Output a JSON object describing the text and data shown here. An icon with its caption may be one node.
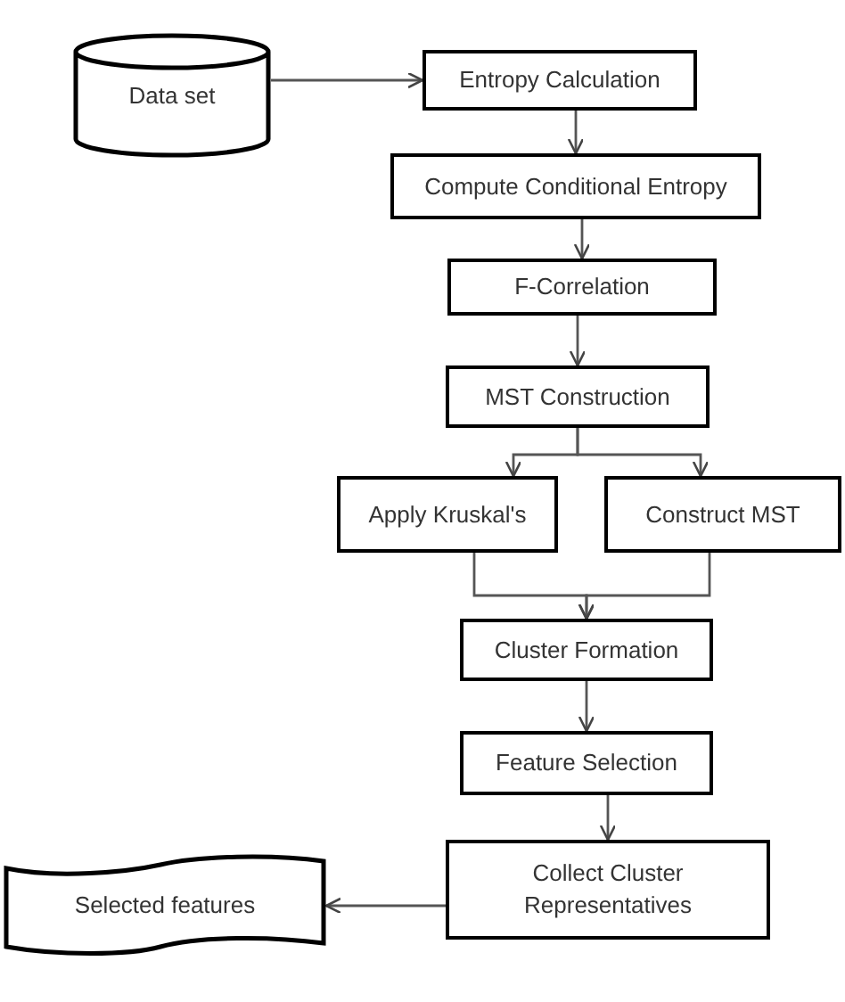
{
  "diagram": {
    "nodes": [
      {
        "text": [
          "Data set"
        ]
      },
      {
        "text": [
          "Entropy Calculation"
        ]
      },
      {
        "text": [
          "Compute Conditional Entropy"
        ]
      },
      {
        "text": [
          "F-Correlation"
        ]
      },
      {
        "text": [
          "MST Construction"
        ]
      },
      {
        "text": [
          "Apply Kruskal's"
        ]
      },
      {
        "text": [
          "Construct MST"
        ]
      },
      {
        "text": [
          "Cluster Formation"
        ]
      },
      {
        "text": [
          "Feature Selection"
        ]
      },
      {
        "text": [
          "Collect Cluster Representatives"
        ]
      },
      {
        "text": [
          "Selected features"
        ]
      }
    ],
    "edges": [
      {
        "from": 0,
        "to": 1,
        "arrow": "to"
      },
      {
        "from": 1,
        "to": 2,
        "arrow": "to"
      },
      {
        "from": 2,
        "to": 3,
        "arrow": "to"
      },
      {
        "from": 3,
        "to": 4,
        "arrow": "to"
      },
      {
        "from": 4,
        "to": 5,
        "arrow": "to"
      },
      {
        "from": 4,
        "to": 6,
        "arrow": "to"
      },
      {
        "from": 5,
        "to": 7,
        "arrow": "to"
      },
      {
        "from": 6,
        "to": 7,
        "arrow": "to"
      },
      {
        "from": 7,
        "to": 8,
        "arrow": "to"
      },
      {
        "from": 8,
        "to": 9,
        "arrow": "to"
      },
      {
        "from": 9,
        "to": 10,
        "arrow": "to"
      }
    ]
  }
}
